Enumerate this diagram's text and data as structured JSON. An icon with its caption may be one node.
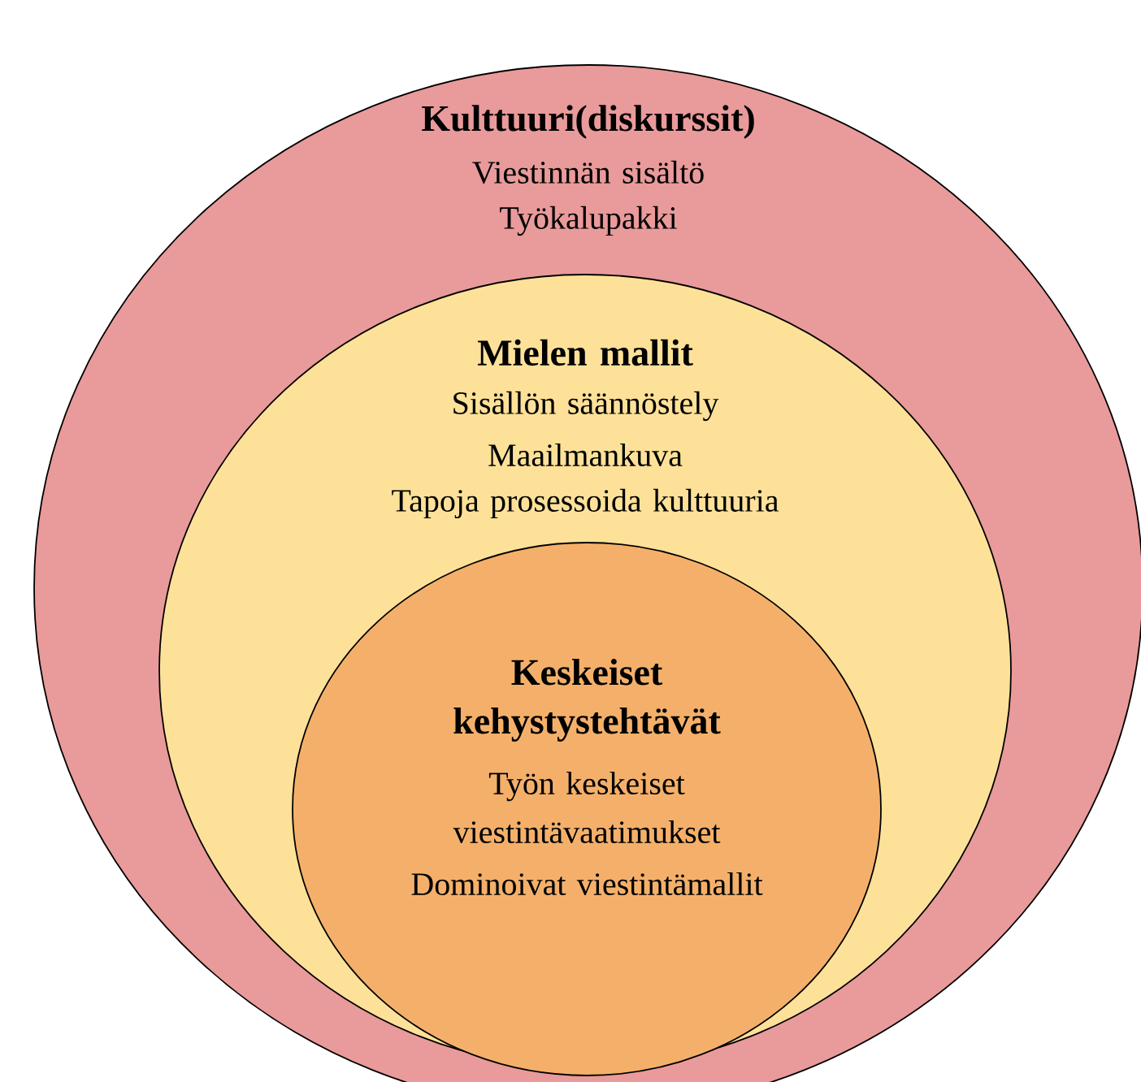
{
  "diagram": {
    "nodes": [
      {
        "text": [
          "Kulttuuri(diskurssit)",
          "Viestinnän sisältö",
          "Työkalupakki"
        ]
      },
      {
        "text": [
          "Mielen mallit",
          "Sisällön säännöstely",
          "Maailmankuva",
          "Tapoja prosessoida kulttuuria"
        ],
        "in": 0
      },
      {
        "text": [
          "Keskeiset kehystystehtävät",
          "Työn keskeiset viestintävaatimukset",
          "Dominoivat viestintämallit"
        ],
        "in": 1
      }
    ]
  }
}
